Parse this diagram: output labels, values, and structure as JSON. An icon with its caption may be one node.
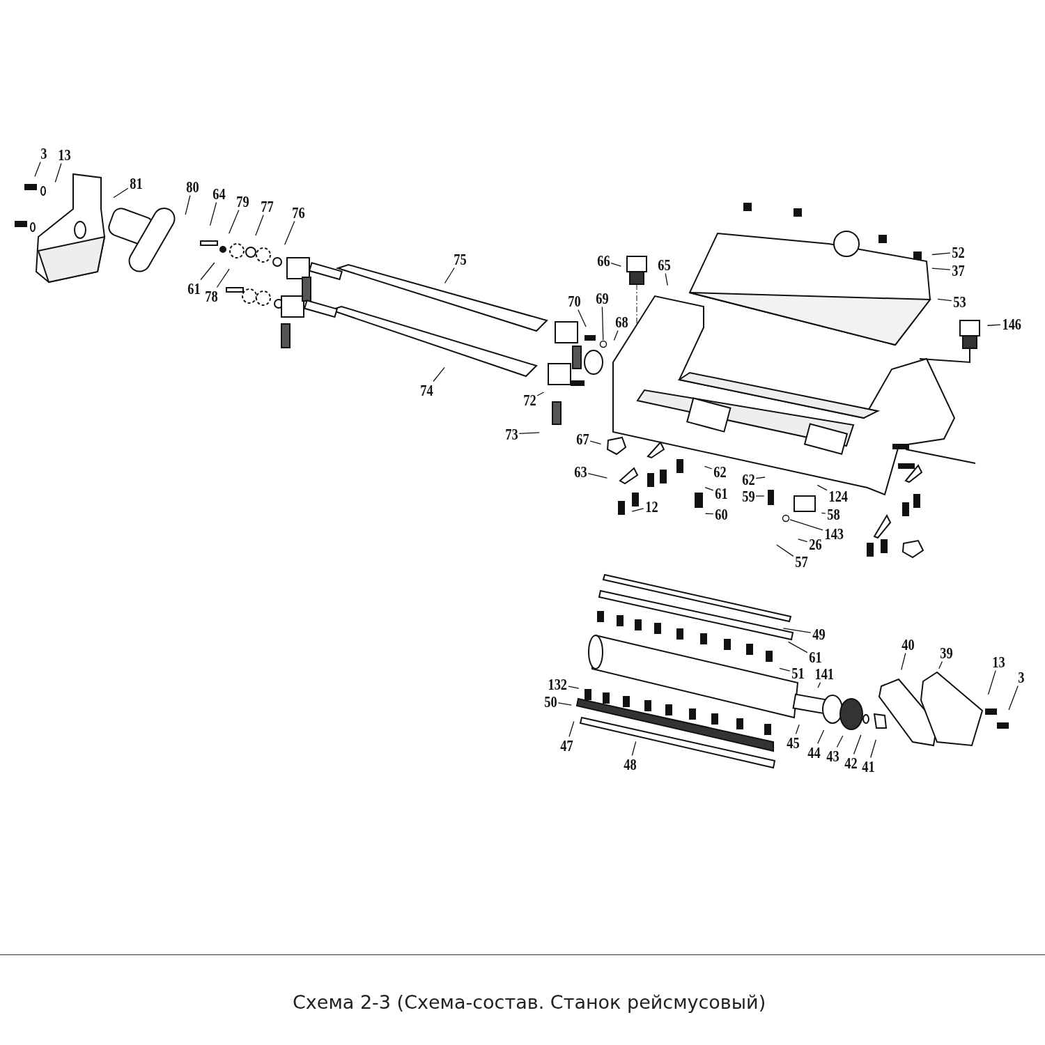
{
  "diagram": {
    "caption": "Схема 2-3 (Схема-состав. Станок рейсмусовый)",
    "nodes": [
      {
        "text": [
          "3"
        ]
      },
      {
        "text": [
          "13"
        ]
      },
      {
        "text": [
          "81"
        ]
      },
      {
        "text": [
          "80"
        ]
      },
      {
        "text": [
          "64"
        ]
      },
      {
        "text": [
          "79"
        ]
      },
      {
        "text": [
          "77"
        ]
      },
      {
        "text": [
          "76"
        ]
      },
      {
        "text": [
          "61"
        ]
      },
      {
        "text": [
          "78"
        ]
      },
      {
        "text": [
          "75"
        ]
      },
      {
        "text": [
          "74"
        ]
      },
      {
        "text": [
          "70"
        ]
      },
      {
        "text": [
          "69"
        ]
      },
      {
        "text": [
          "68"
        ]
      },
      {
        "text": [
          "66"
        ]
      },
      {
        "text": [
          "65"
        ]
      },
      {
        "text": [
          "72"
        ]
      },
      {
        "text": [
          "73"
        ]
      },
      {
        "text": [
          "67"
        ]
      },
      {
        "text": [
          "52"
        ]
      },
      {
        "text": [
          "37"
        ]
      },
      {
        "text": [
          "53"
        ]
      },
      {
        "text": [
          "146"
        ]
      },
      {
        "text": [
          "63"
        ]
      },
      {
        "text": [
          "12"
        ]
      },
      {
        "text": [
          "62"
        ]
      },
      {
        "text": [
          "61"
        ]
      },
      {
        "text": [
          "60"
        ]
      },
      {
        "text": [
          "62"
        ]
      },
      {
        "text": [
          "59"
        ]
      },
      {
        "text": [
          "124"
        ]
      },
      {
        "text": [
          "58"
        ]
      },
      {
        "text": [
          "143"
        ]
      },
      {
        "text": [
          "26"
        ]
      },
      {
        "text": [
          "57"
        ]
      },
      {
        "text": [
          "49"
        ]
      },
      {
        "text": [
          "61"
        ]
      },
      {
        "text": [
          "51"
        ]
      },
      {
        "text": [
          "141"
        ]
      },
      {
        "text": [
          "132"
        ]
      },
      {
        "text": [
          "50"
        ]
      },
      {
        "text": [
          "47"
        ]
      },
      {
        "text": [
          "48"
        ]
      },
      {
        "text": [
          "45"
        ]
      },
      {
        "text": [
          "44"
        ]
      },
      {
        "text": [
          "43"
        ]
      },
      {
        "text": [
          "42"
        ]
      },
      {
        "text": [
          "41"
        ]
      },
      {
        "text": [
          "40"
        ]
      },
      {
        "text": [
          "39"
        ]
      },
      {
        "text": [
          "13"
        ]
      },
      {
        "text": [
          "3"
        ]
      },
      {
        "text": [],
        "shape": "circle"
      },
      {
        "text": [],
        "shape": "circle"
      }
    ],
    "edges": [
      {
        "from": 0,
        "to": null,
        "arrow": "none"
      },
      {
        "from": 1,
        "to": null,
        "arrow": "none"
      },
      {
        "from": 2,
        "to": null,
        "arrow": "none"
      },
      {
        "from": 3,
        "to": null,
        "arrow": "none"
      },
      {
        "from": 4,
        "to": null,
        "arrow": "none"
      },
      {
        "from": 5,
        "to": null,
        "arrow": "none"
      },
      {
        "from": 6,
        "to": null,
        "arrow": "none"
      },
      {
        "from": 7,
        "to": null,
        "arrow": "none"
      },
      {
        "from": 8,
        "to": null,
        "arrow": "none"
      },
      {
        "from": 9,
        "to": null,
        "arrow": "none"
      },
      {
        "from": 10,
        "to": null,
        "arrow": "none"
      },
      {
        "from": 11,
        "to": null,
        "arrow": "none"
      },
      {
        "from": 12,
        "to": null,
        "arrow": "none"
      },
      {
        "from": 13,
        "to": 53,
        "arrow": "none"
      },
      {
        "from": 14,
        "to": null,
        "arrow": "none"
      },
      {
        "from": 15,
        "to": null,
        "arrow": "none"
      },
      {
        "from": 16,
        "to": null,
        "arrow": "none"
      },
      {
        "from": 17,
        "to": null,
        "arrow": "none"
      },
      {
        "from": 18,
        "to": null,
        "arrow": "none"
      },
      {
        "from": 19,
        "to": null,
        "arrow": "none"
      },
      {
        "from": 20,
        "to": null,
        "arrow": "none"
      },
      {
        "from": 21,
        "to": null,
        "arrow": "none"
      },
      {
        "from": 22,
        "to": null,
        "arrow": "none"
      },
      {
        "from": 23,
        "to": null,
        "arrow": "none"
      },
      {
        "from": 24,
        "to": null,
        "arrow": "none"
      },
      {
        "from": 25,
        "to": null,
        "arrow": "none"
      },
      {
        "from": 26,
        "to": null,
        "arrow": "none"
      },
      {
        "from": 27,
        "to": null,
        "arrow": "none"
      },
      {
        "from": 28,
        "to": null,
        "arrow": "none"
      },
      {
        "from": 29,
        "to": null,
        "arrow": "none"
      },
      {
        "from": 30,
        "to": null,
        "arrow": "none"
      },
      {
        "from": 31,
        "to": null,
        "arrow": "none"
      },
      {
        "from": 32,
        "to": null,
        "arrow": "none"
      },
      {
        "from": 33,
        "to": 54,
        "arrow": "none"
      },
      {
        "from": 34,
        "to": null,
        "arrow": "none"
      },
      {
        "from": 35,
        "to": null,
        "arrow": "none"
      },
      {
        "from": 36,
        "to": null,
        "arrow": "none"
      },
      {
        "from": 37,
        "to": null,
        "arrow": "none"
      },
      {
        "from": 38,
        "to": null,
        "arrow": "none"
      },
      {
        "from": 39,
        "to": null,
        "arrow": "none"
      },
      {
        "from": 40,
        "to": null,
        "arrow": "none"
      },
      {
        "from": 41,
        "to": null,
        "arrow": "none"
      },
      {
        "from": 42,
        "to": null,
        "arrow": "none"
      },
      {
        "from": 43,
        "to": null,
        "arrow": "none"
      },
      {
        "from": 44,
        "to": null,
        "arrow": "none"
      },
      {
        "from": 45,
        "to": null,
        "arrow": "none"
      },
      {
        "from": 46,
        "to": null,
        "arrow": "none"
      },
      {
        "from": 47,
        "to": null,
        "arrow": "none"
      },
      {
        "from": 48,
        "to": null,
        "arrow": "none"
      },
      {
        "from": 49,
        "to": null,
        "arrow": "none"
      },
      {
        "from": 50,
        "to": null,
        "arrow": "none"
      },
      {
        "from": 51,
        "to": null,
        "arrow": "none"
      },
      {
        "from": 52,
        "to": null,
        "arrow": "none"
      }
    ]
  }
}
